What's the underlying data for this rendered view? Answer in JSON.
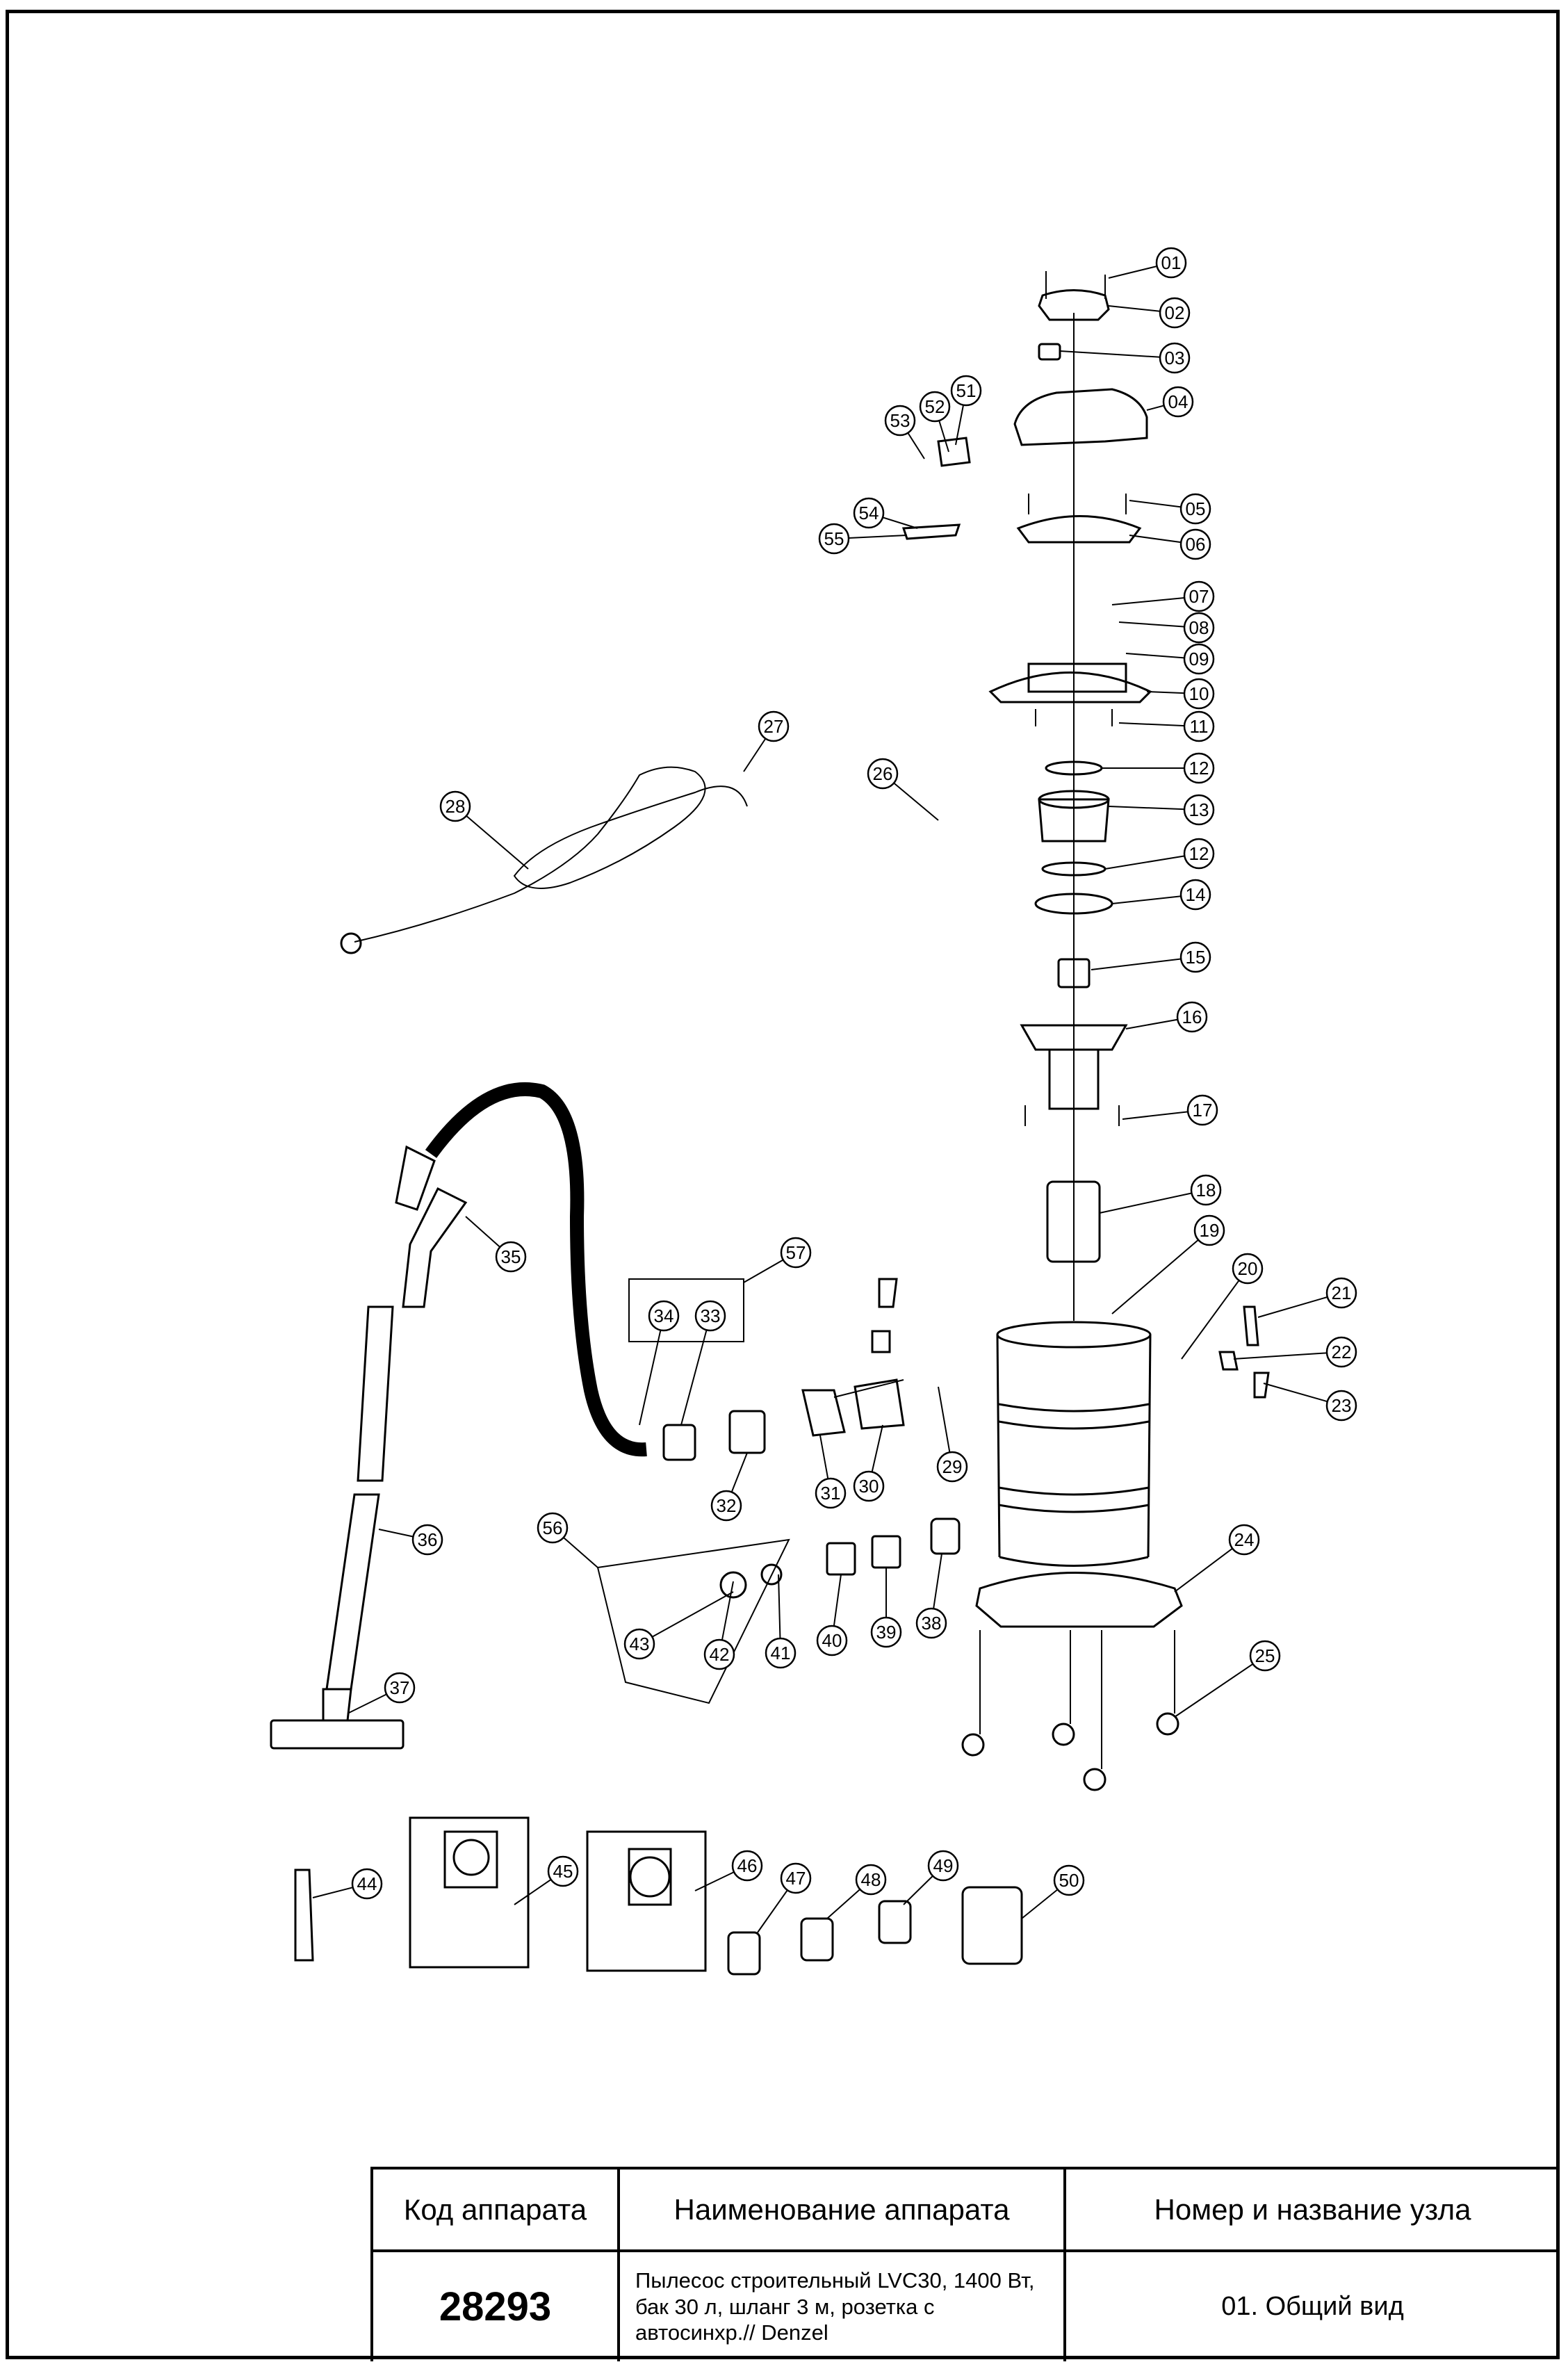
{
  "diagram": {
    "callouts": [
      "01",
      "02",
      "03",
      "04",
      "05",
      "06",
      "07",
      "08",
      "09",
      "10",
      "11",
      "12",
      "13",
      "12",
      "14",
      "15",
      "16",
      "17",
      "18",
      "19",
      "20",
      "21",
      "22",
      "23",
      "24",
      "25",
      "26",
      "27",
      "28",
      "29",
      "30",
      "31",
      "32",
      "33",
      "34",
      "35",
      "36",
      "37",
      "38",
      "39",
      "40",
      "41",
      "42",
      "43",
      "44",
      "45",
      "46",
      "47",
      "48",
      "49",
      "50",
      "51",
      "52",
      "53",
      "54",
      "55",
      "56",
      "57"
    ]
  },
  "title_block": {
    "header_code": "Код аппарата",
    "header_name": "Наименование аппарата",
    "header_node": "Номер и название узла",
    "code": "28293",
    "name": "Пылесос строительный LVC30, 1400 Вт, бак 30 л, шланг 3 м, розетка с автосинхр.// Denzel",
    "node": "01. Общий вид"
  }
}
